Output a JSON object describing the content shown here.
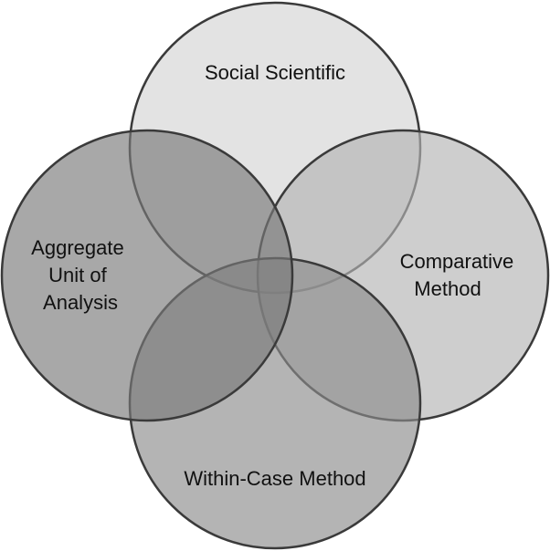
{
  "diagram": {
    "circles": [
      {
        "id": "social-scientific",
        "label_lines": [
          "Social Scientific"
        ],
        "fill": "#d9d9d9",
        "fill_opacity": 0.75
      },
      {
        "id": "comparative-method",
        "label_lines": [
          "Comparative",
          "Method"
        ],
        "fill": "#b3b3b3",
        "fill_opacity": 0.65
      },
      {
        "id": "within-case-method",
        "label_lines": [
          "Within-Case Method"
        ],
        "fill": "#8c8c8c",
        "fill_opacity": 0.65
      },
      {
        "id": "aggregate-unit",
        "label_lines": [
          "Aggregate",
          "Unit of",
          "Analysis"
        ],
        "fill": "#7a7a7a",
        "fill_opacity": 0.65
      }
    ],
    "stroke_color": "#3a3a3a",
    "background": "#ffffff"
  }
}
